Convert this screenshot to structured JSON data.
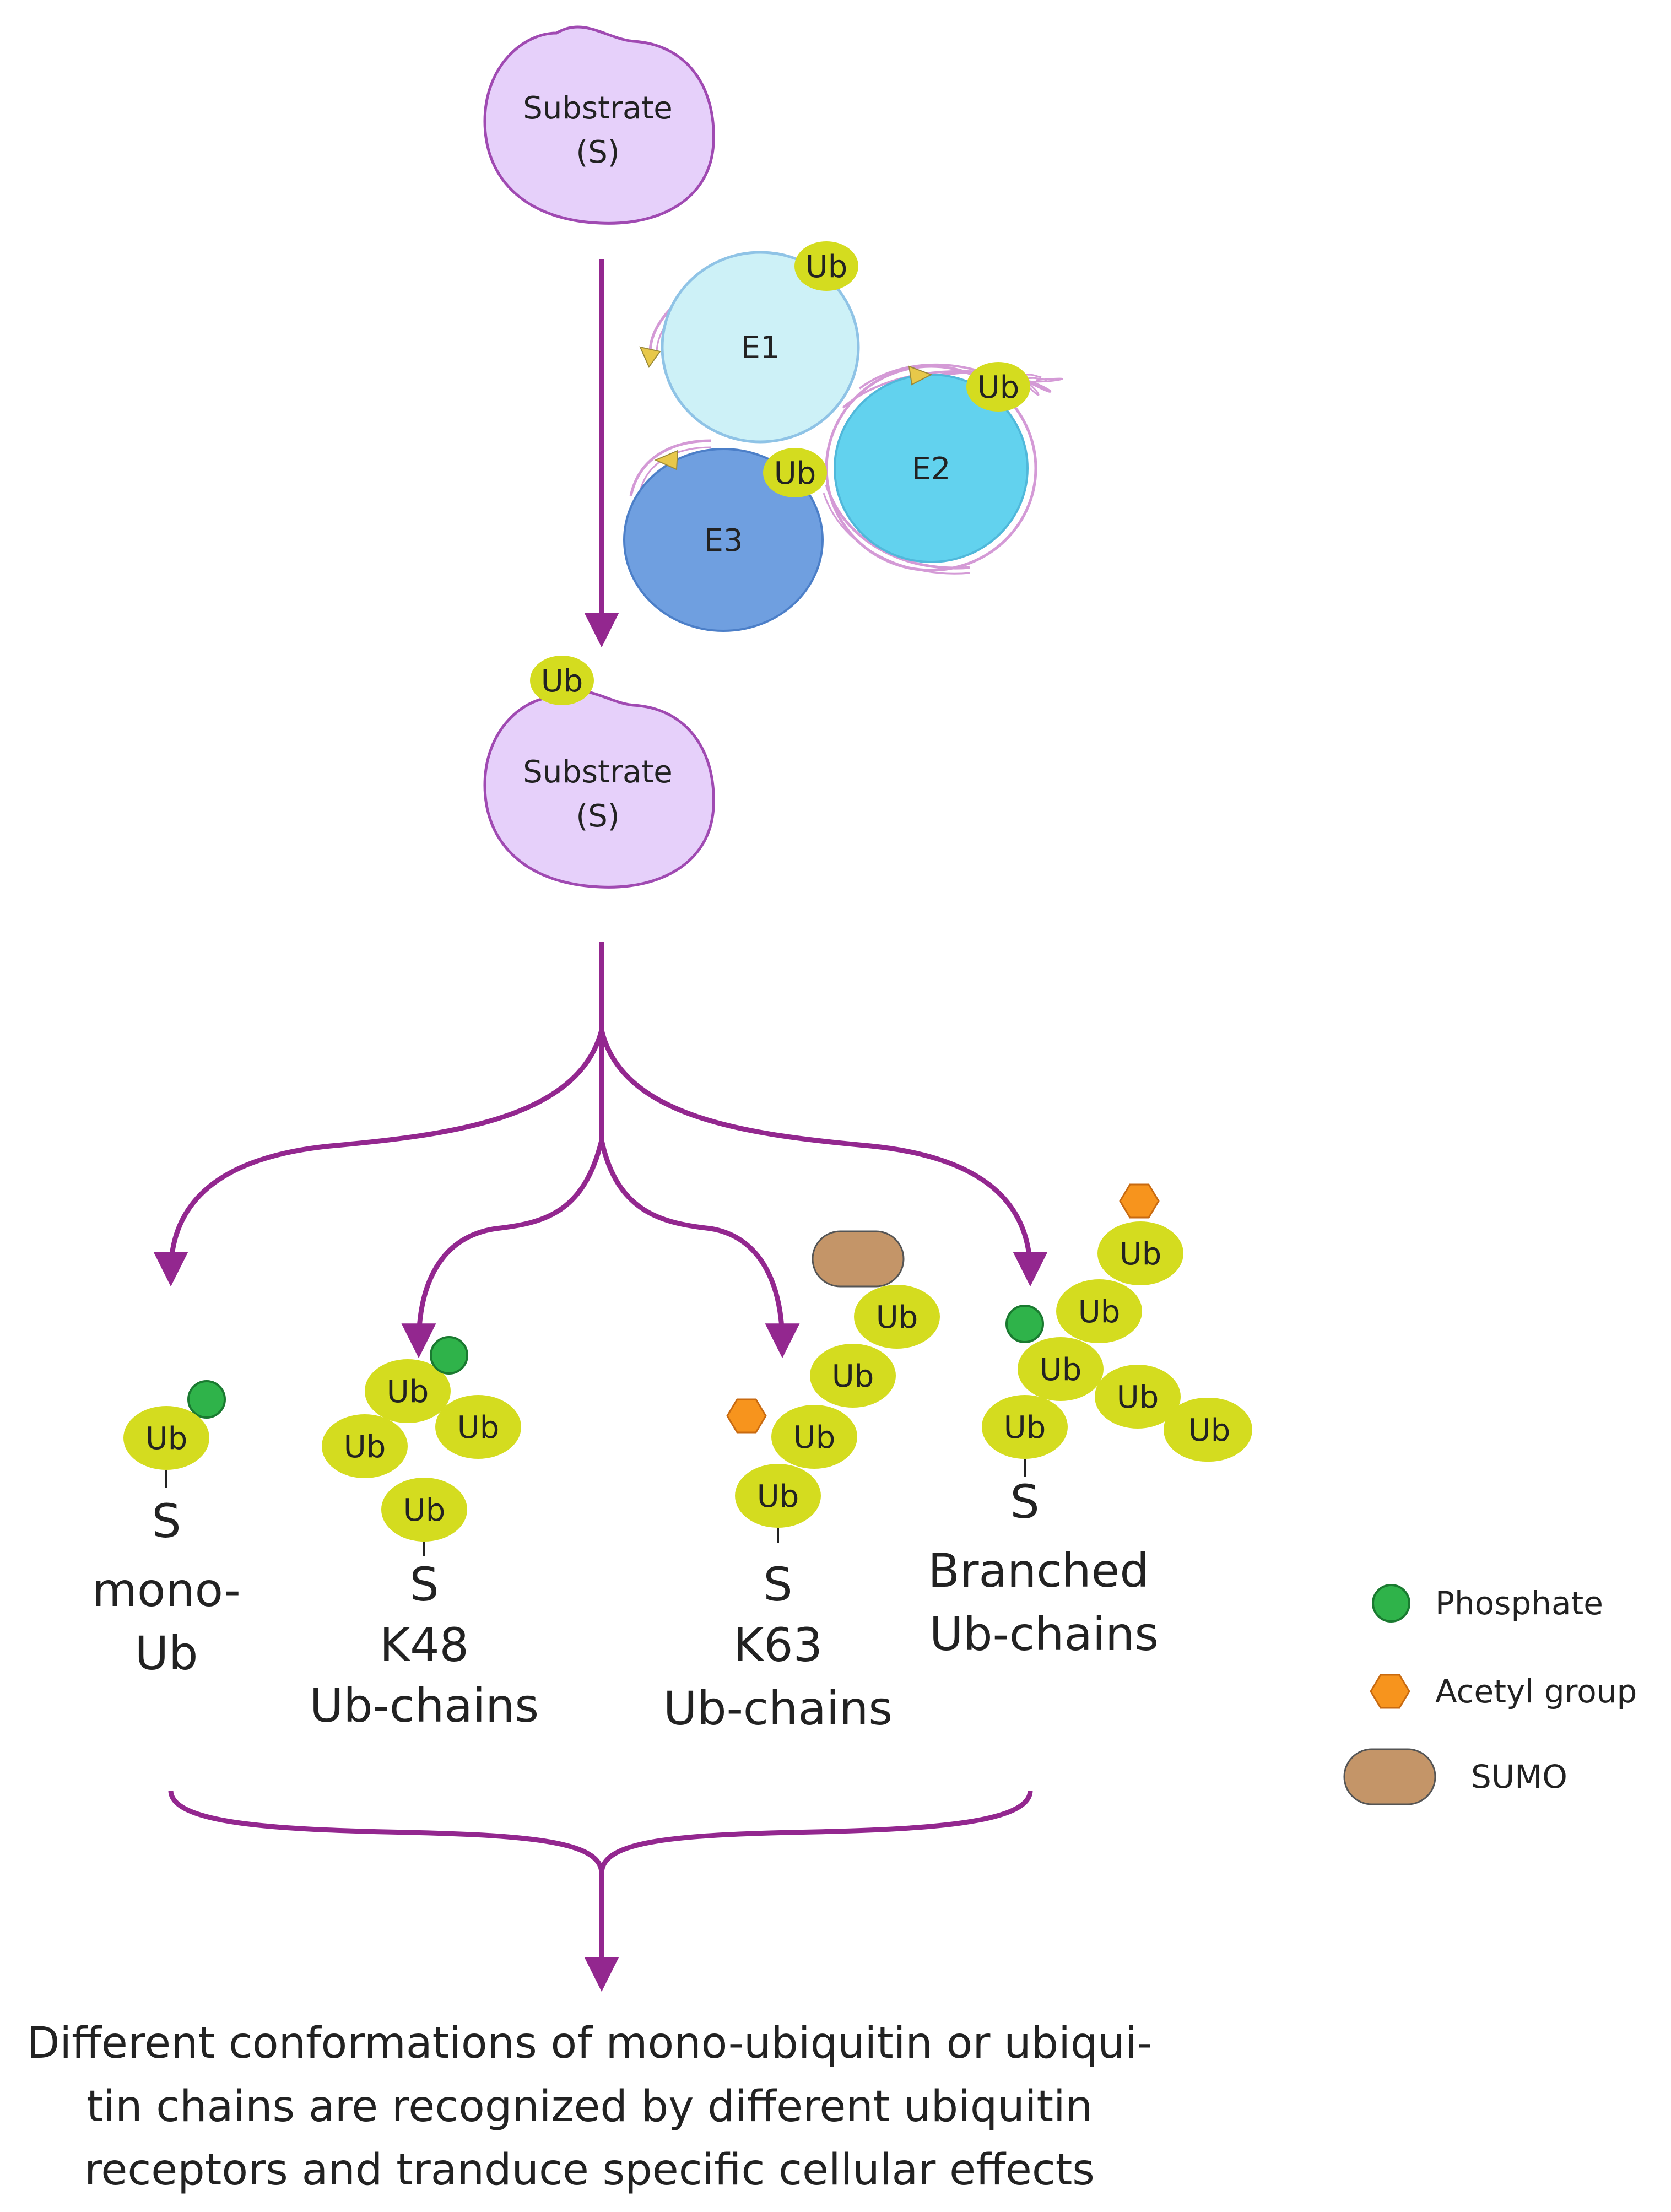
{
  "substrate_top": {
    "line1": "Substrate",
    "line2": "(S)"
  },
  "substrate_bottom": {
    "line1": "Substrate",
    "line2": "(S)"
  },
  "enzymes": {
    "e1": "E1",
    "e2": "E2",
    "e3": "E3"
  },
  "ub": "Ub",
  "s": "S",
  "types": {
    "mono": {
      "line1": "mono-",
      "line2": "Ub"
    },
    "k48": {
      "line1": "K48",
      "line2": "Ub-chains"
    },
    "k63": {
      "line1": "K63",
      "line2": "Ub-chains"
    },
    "branched": {
      "line1": "Branched",
      "line2": "Ub-chains"
    }
  },
  "legend": {
    "phosphate": "Phosphate",
    "acetyl": "Acetyl group",
    "sumo": "SUMO"
  },
  "caption": {
    "line1": "Different conformations of mono-ubiquitin or ubiqui-",
    "line2": "tin chains are recognized by different ubiquitin",
    "line3": "receptors and  tranduce specific cellular effects"
  },
  "colors": {
    "purple": "#93278f",
    "substrate_fill": "#e6d0fa",
    "ub_fill": "#d4dc1f",
    "e1_fill": "#cdf1f7",
    "e2_fill": "#62d2ee",
    "e3_fill": "#6f9fe0",
    "phosphate": "#2fb34a",
    "acetyl": "#f7941d",
    "sumo": "#c49568"
  }
}
